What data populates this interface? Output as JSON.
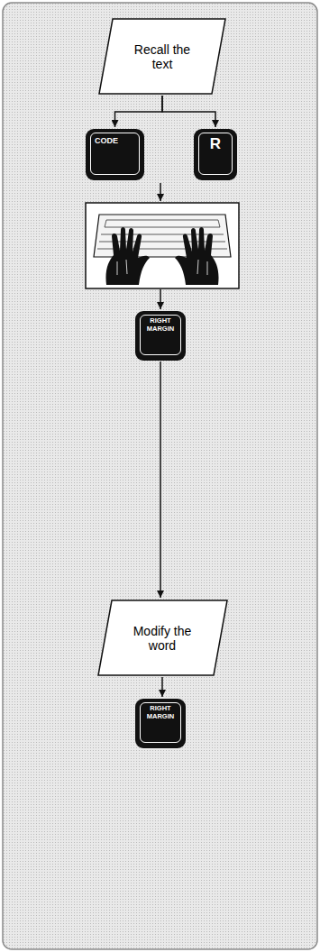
{
  "diagram": {
    "nodes": [
      {
        "text": [
          "Recall the text"
        ]
      },
      {
        "text": [
          "CODE"
        ]
      },
      {
        "text": [
          "R"
        ]
      },
      {
        "text": [
          "RIGHT MARGIN"
        ]
      },
      {
        "text": [
          "Modify the word"
        ]
      },
      {
        "text": [
          "RIGHT MARGIN"
        ]
      }
    ],
    "edges": [
      {
        "from": 0,
        "to": 1,
        "arrow": "to"
      },
      {
        "from": 0,
        "to": 2,
        "arrow": "to"
      },
      {
        "from": 3,
        "to": 4,
        "arrow": "to"
      },
      {
        "from": 4,
        "to": 5,
        "arrow": "to"
      }
    ]
  }
}
